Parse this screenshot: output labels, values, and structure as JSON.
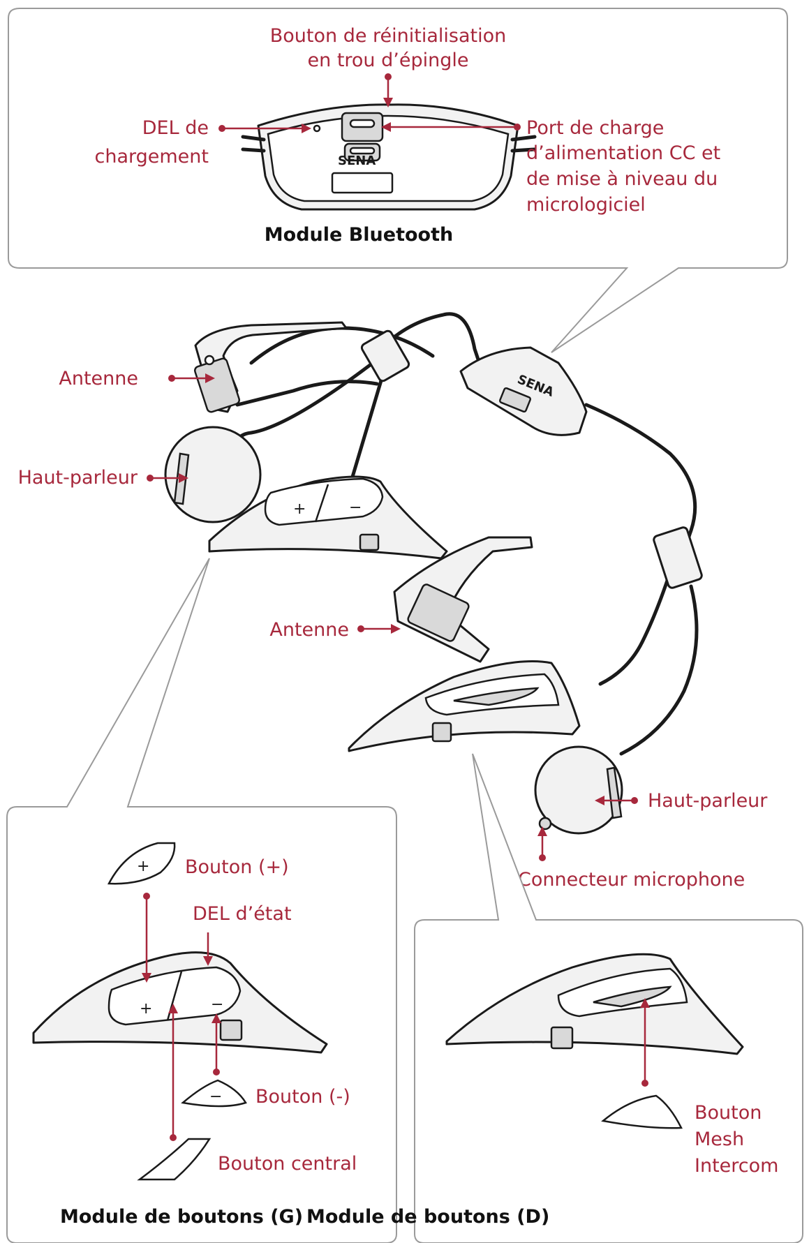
{
  "bluetooth_module": {
    "caption": "Module Bluetooth",
    "labels": {
      "reset_l1": "Bouton de réinitialisation",
      "reset_l2": "en trou d’épingle",
      "led_l1": "DEL de",
      "led_l2": "chargement",
      "port_l1": "Port de charge",
      "port_l2": "d’alimentation CC et",
      "port_l3": "de mise à niveau du",
      "port_l4": "micrologiciel"
    },
    "logo": "SENA"
  },
  "headset": {
    "antenna_left": "Antenne",
    "speaker_left": "Haut-parleur",
    "antenna_right": "Antenne",
    "speaker_right": "Haut-parleur",
    "mic_connector": "Connecteur microphone",
    "logo": "SENA"
  },
  "button_module_left": {
    "caption": "Module de boutons (G)",
    "plus_button": "Bouton (+)",
    "status_led": "DEL d’état",
    "minus_button": "Bouton (-)",
    "center_button": "Bouton central"
  },
  "button_module_right": {
    "caption": "Module de boutons (D)",
    "mesh_l1": "Bouton",
    "mesh_l2": "Mesh",
    "mesh_l3": "Intercom"
  },
  "symbols": {
    "plus": "+",
    "minus": "−"
  },
  "colors": {
    "label": "#a7283c",
    "caption": "#111111",
    "panel_border": "#9a9a9a"
  }
}
